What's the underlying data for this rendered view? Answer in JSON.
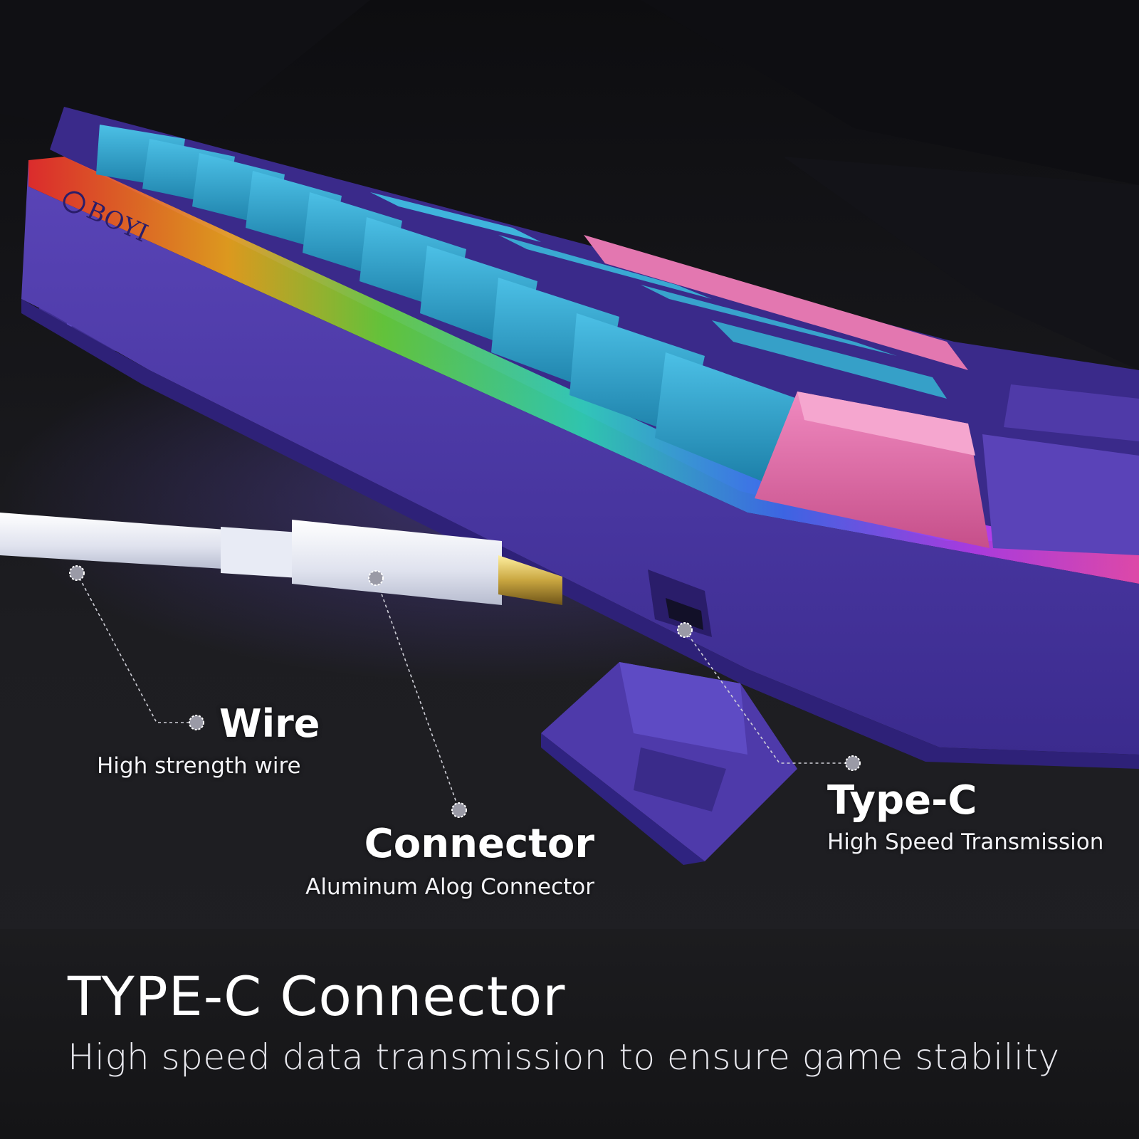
{
  "brand": "BOYI",
  "annotations": {
    "wire": {
      "title": "Wire",
      "subtitle": "High strength wire"
    },
    "connector": {
      "title": "Connector",
      "subtitle": "Aluminum Alog Connector"
    },
    "typec": {
      "title": "Type-C",
      "subtitle": "High Speed Transmission"
    }
  },
  "banner": {
    "headline": "TYPE-C Connector",
    "tagline": "High speed data transmission to ensure game stability"
  },
  "colors": {
    "background": "#151518",
    "case_purple": "#4a38a6",
    "keycap_blue": "#2fa6cf",
    "keycap_pink": "#e06ba3",
    "cable_white": "#e6e8f2",
    "connector_gold": "#c9a640"
  }
}
